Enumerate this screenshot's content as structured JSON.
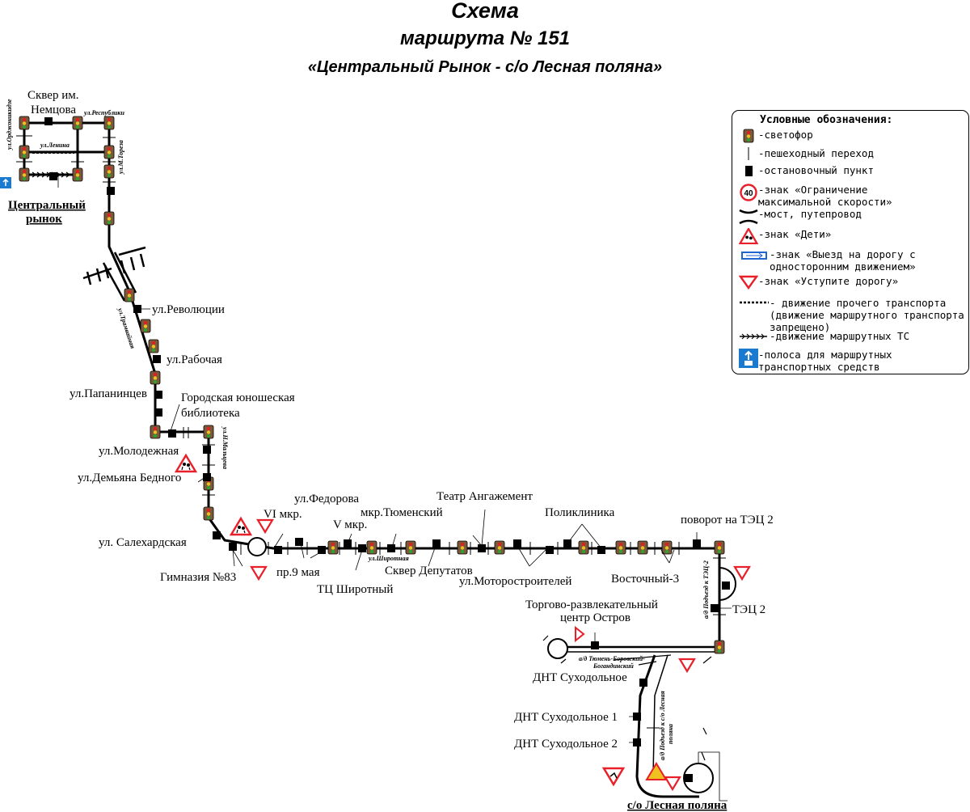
{
  "title": {
    "line1": "Схема",
    "line2": "маршрута № 151",
    "line3": "«Центральный Рынок - с/о Лесная поляна»"
  },
  "stops": {
    "skver_nemtsova": "Сквер им.\nНемцова",
    "tsentralny_rynok": "Центральный\nрынок",
    "tореза": "ул.М.Тореза",
    "revolyutsii": "ул.Революции",
    "rabochaya": "ул.Рабочая",
    "papanintsev": "ул.Папанинцев",
    "biblioteka": "Городская юношеская\nбиблиотека",
    "molodezhnaya": "ул.Молодежная",
    "demyana": "ул.Демьяна Бедного",
    "salekhardskaya": "ул. Салехардская",
    "gimnaziya": "Гимназия №83",
    "vi_mkr": "VI мкр.",
    "pr9maya": "пр.9 мая",
    "fedorova": "ул.Федорова",
    "v_mkr": "V мкр.",
    "tc_shirotny": "ТЦ Широтный",
    "mkr_tyumensky": "мкр.Тюменский",
    "skver_deputatov": "Сквер Депутатов",
    "teatr": "Театр Ангажемент",
    "motorostroiteley": "ул.Моторостроителей",
    "poliklinika": "Поликлиника",
    "vostochny": "Восточный-3",
    "povorot_tec": "поворот на ТЭЦ 2",
    "tec2": "ТЭЦ 2",
    "ostrov": "Торгово-развлекательный\nцентр Остров",
    "dnt_sukhodolnoe": "ДНТ Суходольное",
    "dnt1": "ДНТ Суходольное 1",
    "dnt2": "ДНТ Суходольное 2",
    "lesnaya": "с/о Лесная поляна"
  },
  "streets": {
    "ordzhonikidze": "ул.Орджоникидзе",
    "lenina": "ул.Ленина",
    "respubliki": "ул.Республики",
    "toreza_small": "ул.М.Тореза",
    "tramvaynaya": "ул.Трамвайная",
    "nmaltseva": "ул.Н.Мальцева",
    "shirotnaya": "ул.Широтная",
    "podezd_tec": "а/д Подъезд к ТЭЦ-2",
    "tyumen_borovsky": "а/д Тюмень-Боровский-\nБогандинский",
    "podezd_lesnaya": "а/д Подъезд к с/о Лесная\nполяна"
  },
  "legend": {
    "title": "Условные обозначения:",
    "items": [
      {
        "icon": "traffic-light-icon",
        "text": "-светофор"
      },
      {
        "icon": "crosswalk-icon",
        "text": "-пешеходный переход"
      },
      {
        "icon": "bus-stop-icon",
        "text": "-остановочный пункт"
      },
      {
        "icon": "speed-limit-sign-icon",
        "text": "-знак «Ограничение\nмаксимальной скорости»",
        "sign_value": "40"
      },
      {
        "icon": "bridge-icon",
        "text": "-мост, путепровод"
      },
      {
        "icon": "children-sign-icon",
        "text": "-знак «Дети»"
      },
      {
        "icon": "one-way-entry-sign-icon",
        "text": "-знак «Выезд на дорогу с\nодносторонним движением»"
      },
      {
        "icon": "yield-sign-icon",
        "text": "-знак «Уступите дорогу»"
      },
      {
        "icon": "other-traffic-dashed-icon",
        "text": "- движение прочего транспорта\n(движение маршрутного транспорта\nзапрещено)"
      },
      {
        "icon": "route-traffic-arrows-icon",
        "text": "-движение маршрутных ТС"
      },
      {
        "icon": "bus-lane-sign-icon",
        "text": "-полоса для маршрутных\nтранспортных средств"
      }
    ]
  },
  "colors": {
    "sign_red": "#e8202a",
    "sign_blue": "#1a7ad0",
    "lane_blue": "#1f66d1"
  }
}
